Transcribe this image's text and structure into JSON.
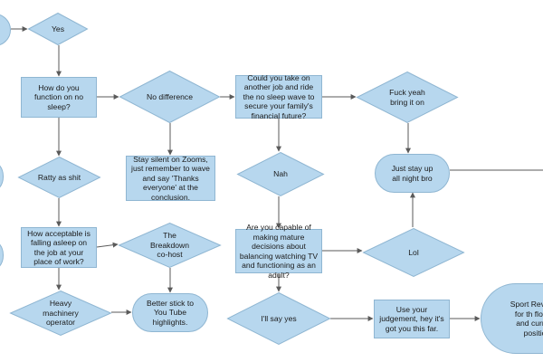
{
  "colors": {
    "node_fill": "#b7d7ee",
    "node_stroke": "#8fb6d2",
    "edge": "#5a5a5a"
  },
  "nodes": {
    "yes": "Yes",
    "how_function": "How do you function on no sleep?",
    "no_difference": "No difference",
    "take_on_job": "Could you take on another job and ride the no sleep wave to secure your family's financial future?",
    "fuck_yeah": "Fuck yeah bring it on",
    "ratty": "Ratty as shit",
    "stay_silent": "Stay silent on Zooms, just remember to wave and say 'Thanks everyone' at the conclusion.",
    "nah": "Nah",
    "stay_up": "Just stay up all night bro",
    "how_acceptable": "How acceptable is falling asleep on the job at your place of work?",
    "breakdown": "The Breakdown co-host",
    "mature_decisions": "Are you capable of making mature decisions about balancing watching TV and functioning as an adult?",
    "lol": "Lol",
    "heavy_machinery": "Heavy machinery operator",
    "youtube": "Better stick to You Tube highlights.",
    "ill_say_yes": "I'll say yes",
    "use_judgement": "Use your judgement, hey it's got you this far.",
    "sport_review": "Sport Rev liability for th flowchart and current or position o"
  }
}
